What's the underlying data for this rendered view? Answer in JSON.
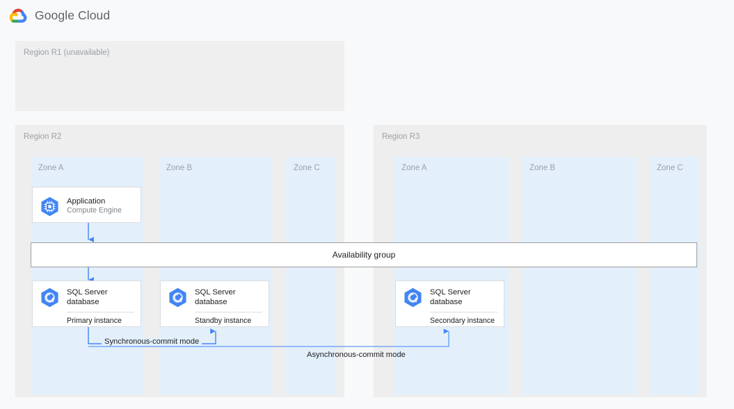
{
  "header": {
    "brand": "Google Cloud",
    "logo_icon": "google-cloud-logo-icon",
    "logo_colors": {
      "red": "#ea4335",
      "yellow": "#fbbc04",
      "green": "#34a853",
      "blue": "#4285f4"
    }
  },
  "colors": {
    "page_background": "#f8f9fa",
    "region_background": "#eeeeee",
    "zone_background": "#e3effb",
    "card_background": "#ffffff",
    "card_border": "#dadce0",
    "connector_blue": "#4285f4",
    "availability_border": "#9e9e9e",
    "muted_text": "#9aa0a6",
    "body_text": "#202124"
  },
  "regions": [
    {
      "id": "r1",
      "label": "Region R1 (unavailable)",
      "state": "unavailable",
      "zones": []
    },
    {
      "id": "r2",
      "label": "Region R2",
      "state": "available",
      "zones": [
        {
          "id": "r2-zone-a",
          "label": "Zone A"
        },
        {
          "id": "r2-zone-b",
          "label": "Zone B"
        },
        {
          "id": "r2-zone-c",
          "label": "Zone C"
        }
      ]
    },
    {
      "id": "r3",
      "label": "Region R3",
      "state": "available",
      "zones": [
        {
          "id": "r3-zone-a",
          "label": "Zone A"
        },
        {
          "id": "r3-zone-b",
          "label": "Zone B"
        },
        {
          "id": "r3-zone-c",
          "label": "Zone C"
        }
      ]
    }
  ],
  "cards": {
    "application": {
      "icon": "compute-engine-icon",
      "title": "Application",
      "subtitle": "Compute Engine",
      "zone": "r2-zone-a"
    },
    "primary_db": {
      "icon": "sql-server-database-icon",
      "title": "SQL Server\ndatabase",
      "footer": "Primary instance",
      "zone": "r2-zone-a"
    },
    "standby_db": {
      "icon": "sql-server-database-icon",
      "title": "SQL Server\ndatabase",
      "footer": "Standby instance",
      "zone": "r2-zone-b"
    },
    "secondary_db": {
      "icon": "sql-server-database-icon",
      "title": "SQL Server\ndatabase",
      "footer": "Secondary instance",
      "zone": "r3-zone-a"
    }
  },
  "availability_group": {
    "label": "Availability group"
  },
  "connections": [
    {
      "id": "app-to-ag",
      "from": "application",
      "to": "availability_group",
      "label": "",
      "direction": "down"
    },
    {
      "id": "ag-to-primary",
      "from": "availability_group",
      "to": "primary_db",
      "label": "",
      "direction": "down"
    },
    {
      "id": "primary-to-standby",
      "from": "primary_db",
      "to": "standby_db",
      "label": "Synchronous-commit mode",
      "direction": "up"
    },
    {
      "id": "primary-to-secondary",
      "from": "primary_db",
      "to": "secondary_db",
      "label": "Asynchronous-commit mode",
      "direction": "up"
    }
  ]
}
